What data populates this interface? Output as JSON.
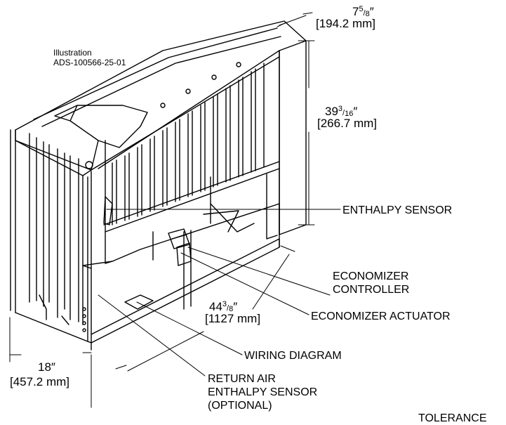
{
  "illustration": {
    "label": "Illustration",
    "number": "ADS-100566-25-01"
  },
  "dimensions": {
    "depth": {
      "whole": "7",
      "num": "5",
      "den": "8",
      "unit": "″",
      "metric": "[194.2 mm]"
    },
    "height": {
      "whole": "39",
      "num": "3",
      "den": "16",
      "unit": "″",
      "metric": "[266.7 mm]"
    },
    "width": {
      "whole": "44",
      "num": "3",
      "den": "8",
      "unit": "″",
      "metric": "[1127 mm]"
    },
    "side": {
      "whole": "18",
      "unit": "″",
      "metric": "[457.2 mm]"
    }
  },
  "callouts": {
    "enthalpy_sensor": "ENTHALPY SENSOR",
    "controller_line1": "ECONOMIZER",
    "controller_line2": "CONTROLLER",
    "actuator": "ECONOMIZER ACTUATOR",
    "wiring": "WIRING DIAGRAM",
    "return_line1": "RETURN AIR",
    "return_line2": "ENTHALPY SENSOR",
    "return_line3": "(OPTIONAL)"
  },
  "tolerance": "TOLERANCE"
}
